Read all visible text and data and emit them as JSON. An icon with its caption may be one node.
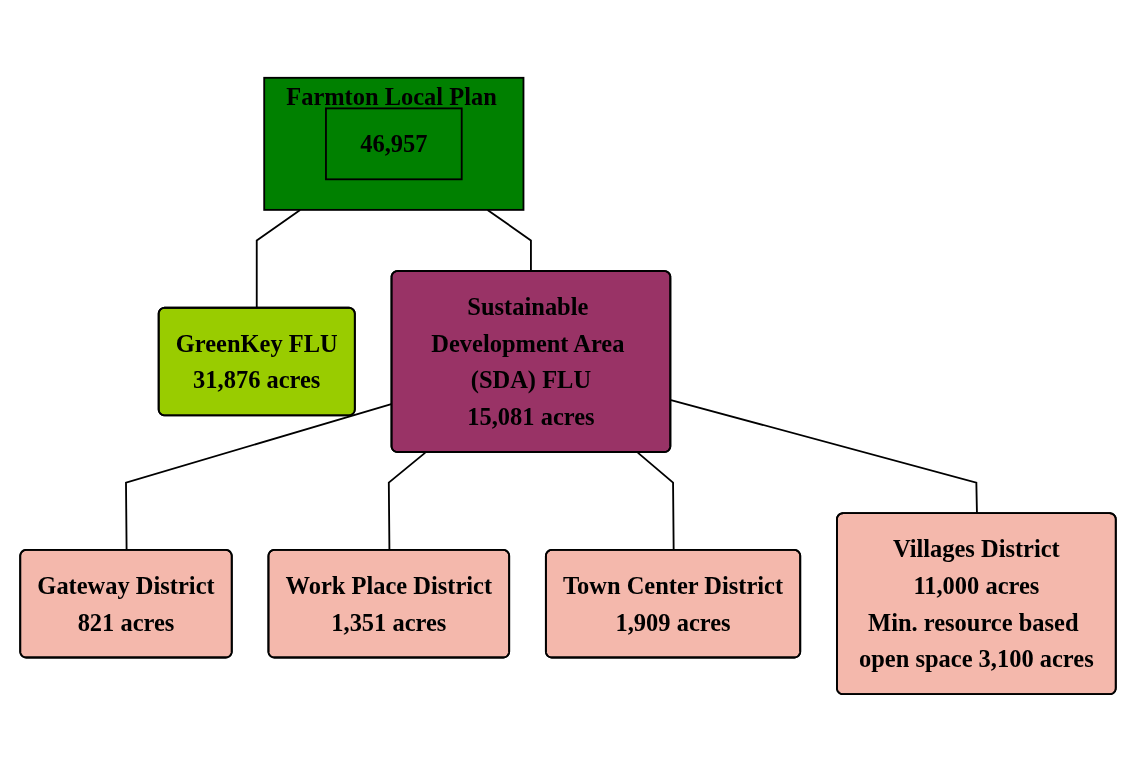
{
  "diagram": {
    "nodes": [
      {
        "text": [
          "Farmton Local Plan"
        ]
      },
      {
        "text": [
          "46,957"
        ],
        "in": 0
      },
      {
        "text": [
          "GreenKey FLU",
          "31,876 acres"
        ]
      },
      {
        "text": [
          "Sustainable Development Area (SDA) FLU",
          "15,081 acres"
        ]
      },
      {
        "text": [
          "Gateway District",
          "821 acres"
        ]
      },
      {
        "text": [
          "Work Place District",
          "1,351 acres"
        ]
      },
      {
        "text": [
          "Town Center District",
          "1,909 acres"
        ]
      },
      {
        "text": [
          "Villages District",
          "11,000 acres",
          "Min. resource based open space 3,100 acres"
        ]
      }
    ],
    "edges": [
      {
        "from": 0,
        "to": 2,
        "arrow": "none"
      },
      {
        "from": 0,
        "to": 3,
        "arrow": "none"
      },
      {
        "from": 3,
        "to": 4,
        "arrow": "none"
      },
      {
        "from": 3,
        "to": 5,
        "arrow": "none"
      },
      {
        "from": 3,
        "to": 6,
        "arrow": "none"
      },
      {
        "from": 3,
        "to": 7,
        "arrow": "none"
      }
    ]
  }
}
